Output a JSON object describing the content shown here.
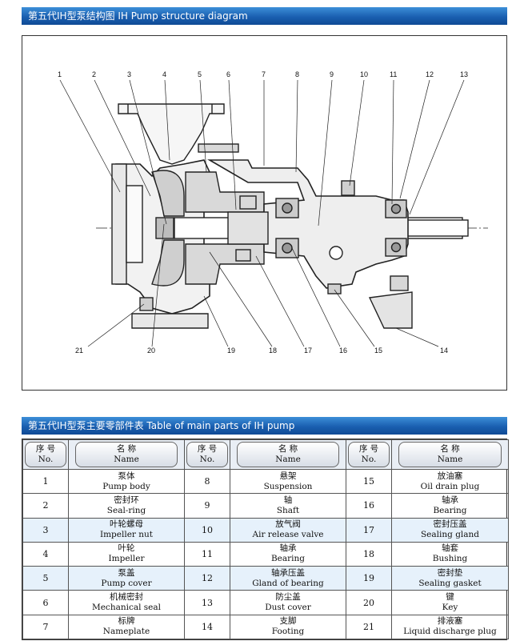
{
  "banner_top": "第五代IH型泵结构图 IH Pump structure diagram",
  "banner_bottom": "第五代IH型泵主要零部件表 Table of main parts of IH pump",
  "diagram": {
    "callouts_top": [
      "1",
      "2",
      "3",
      "4",
      "5",
      "6",
      "7",
      "8",
      "9",
      "10",
      "11",
      "12",
      "13"
    ],
    "callouts_bottom": [
      "21",
      "20",
      "19",
      "18",
      "17",
      "16",
      "15",
      "14"
    ]
  },
  "table": {
    "header": {
      "no_cn": "序 号",
      "no_en": "No.",
      "name_cn": "名          称",
      "name_en": "Name"
    },
    "rows": [
      [
        {
          "no": "1",
          "cn": "泵体",
          "en": "Pump body"
        },
        {
          "no": "8",
          "cn": "悬架",
          "en": "Suspension"
        },
        {
          "no": "15",
          "cn": "放油塞",
          "en": "Oil drain plug"
        }
      ],
      [
        {
          "no": "2",
          "cn": "密封环",
          "en": "Seal-ring"
        },
        {
          "no": "9",
          "cn": "轴",
          "en": "Shaft"
        },
        {
          "no": "16",
          "cn": "轴承",
          "en": "Bearing"
        }
      ],
      [
        {
          "no": "3",
          "cn": "叶轮螺母",
          "en": "Impeller nut"
        },
        {
          "no": "10",
          "cn": "放气阀",
          "en": "Air release valve"
        },
        {
          "no": "17",
          "cn": "密封压盖",
          "en": "Sealing gland"
        }
      ],
      [
        {
          "no": "4",
          "cn": "叶轮",
          "en": "Impeller"
        },
        {
          "no": "11",
          "cn": "轴承",
          "en": "Bearing"
        },
        {
          "no": "18",
          "cn": "轴套",
          "en": "Bushing"
        }
      ],
      [
        {
          "no": "5",
          "cn": "泵盖",
          "en": "Pump cover"
        },
        {
          "no": "12",
          "cn": "轴承压盖",
          "en": "Gland of bearing"
        },
        {
          "no": "19",
          "cn": "密封垫",
          "en": "Sealing gasket"
        }
      ],
      [
        {
          "no": "6",
          "cn": "机械密封",
          "en": "Mechanical seal"
        },
        {
          "no": "13",
          "cn": "防尘盖",
          "en": "Dust cover"
        },
        {
          "no": "20",
          "cn": "键",
          "en": "Key"
        }
      ],
      [
        {
          "no": "7",
          "cn": "标牌",
          "en": "Nameplate"
        },
        {
          "no": "14",
          "cn": "支脚",
          "en": "Footing"
        },
        {
          "no": "21",
          "cn": "排液塞",
          "en": "Liquid discharge plug"
        }
      ]
    ]
  }
}
